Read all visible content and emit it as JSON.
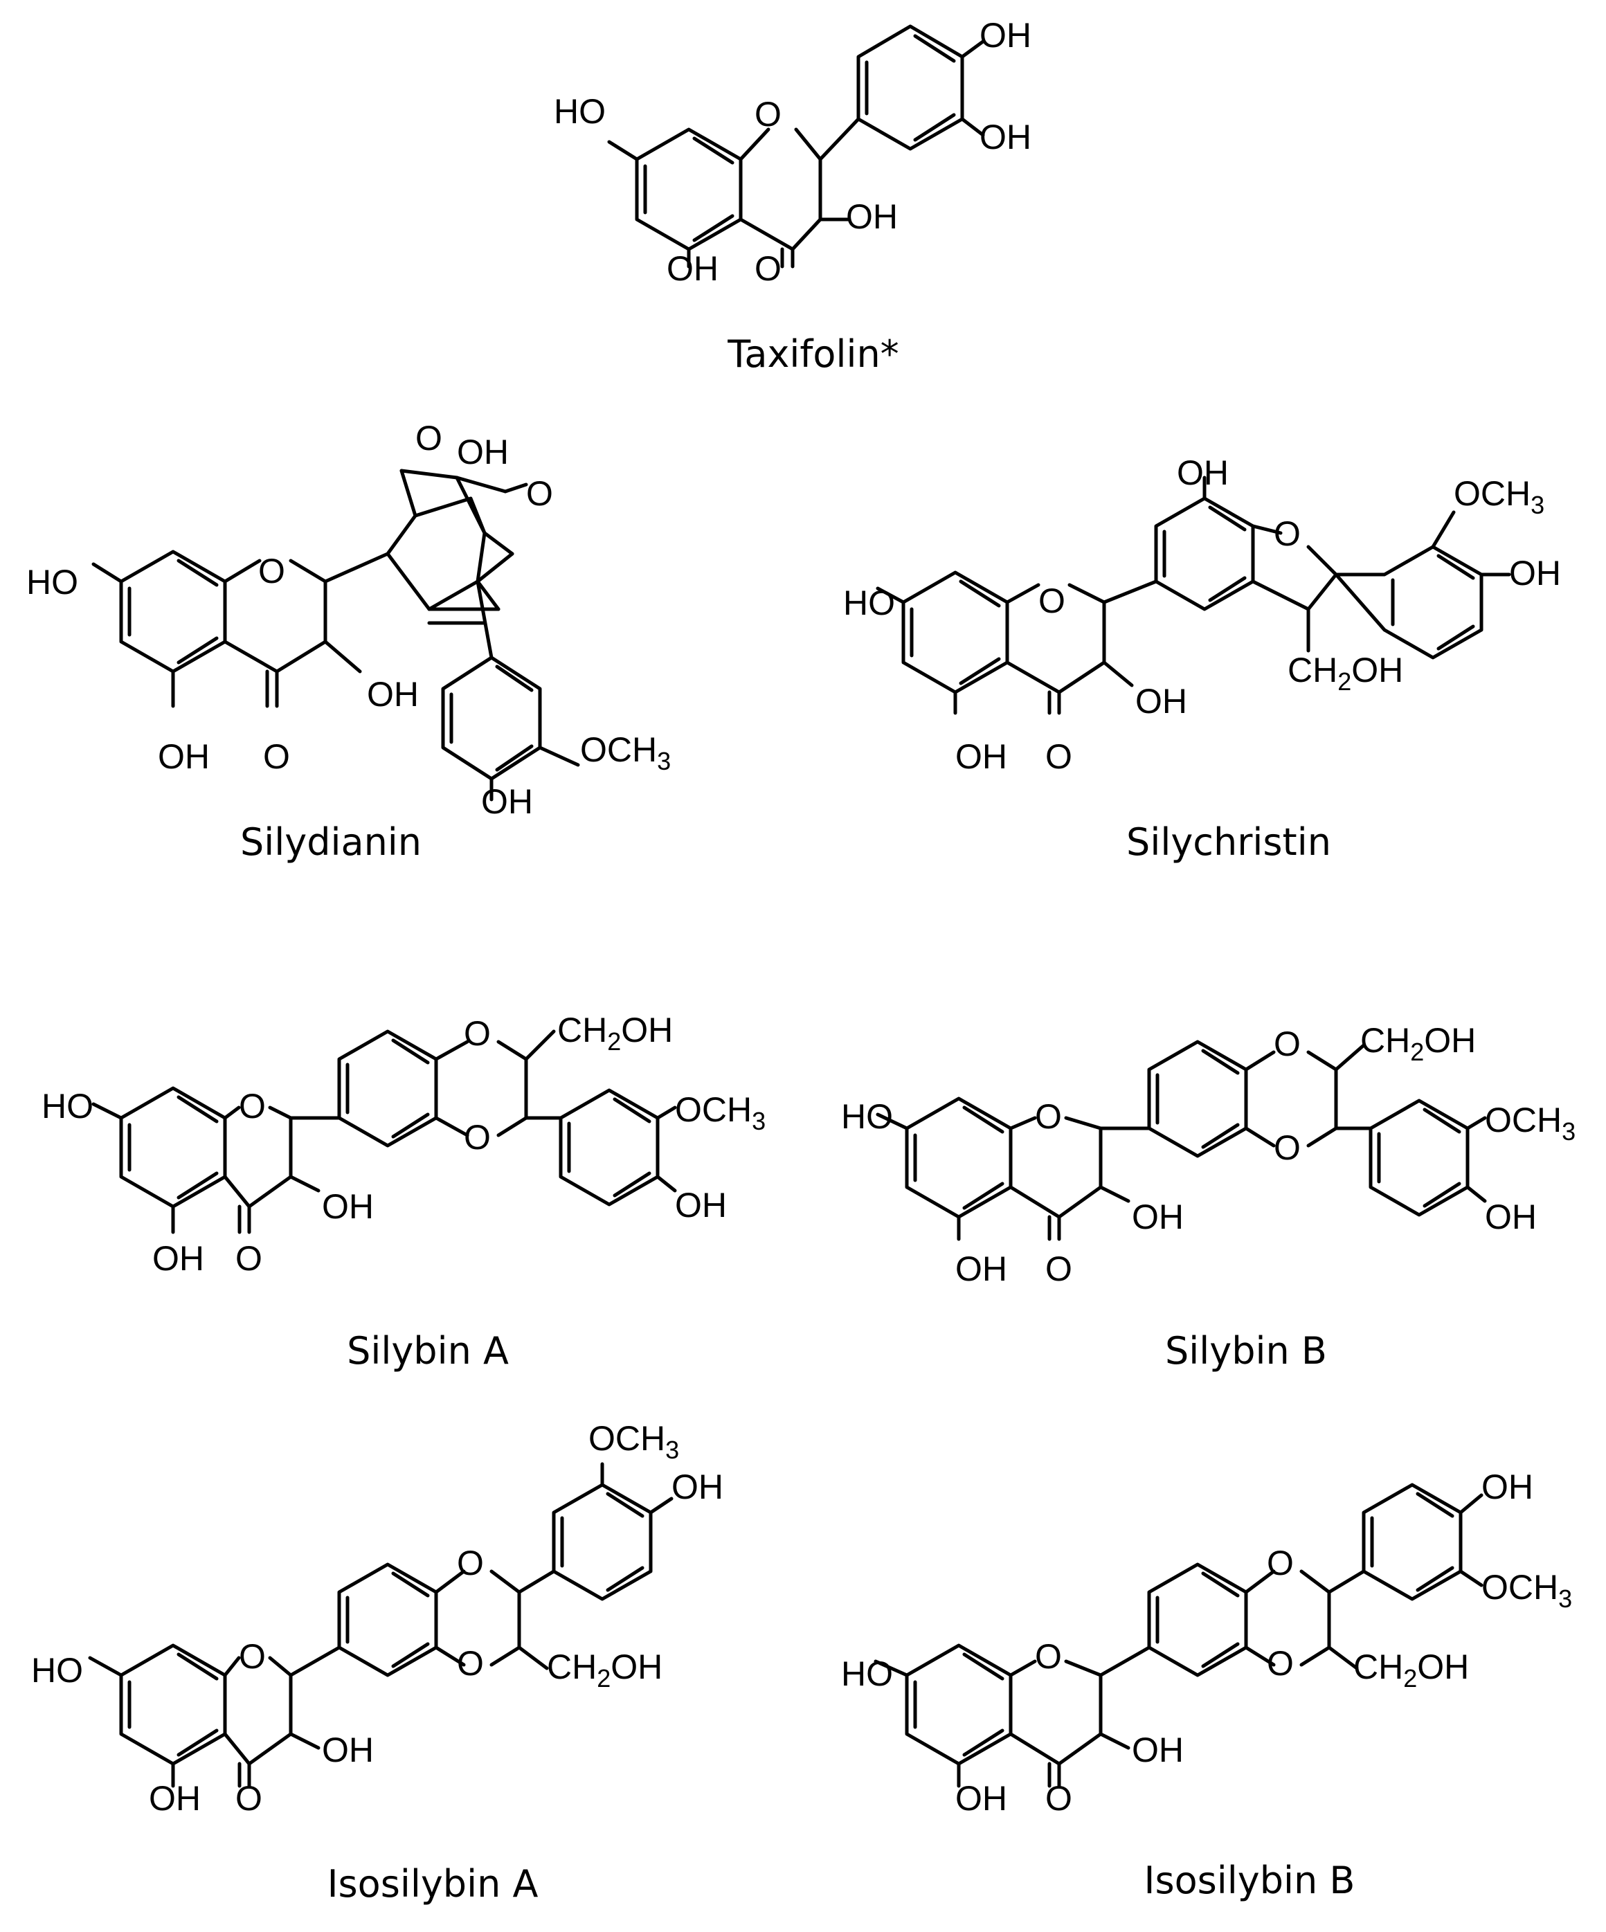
{
  "labels": {
    "OH": "OH",
    "HO": "HO",
    "O": "O",
    "OCH3_main": "OCH",
    "OCH3_sub": "3",
    "CH2OH_pre": "CH",
    "CH2OH_sub": "2",
    "CH2OH_post": "OH"
  },
  "compounds": [
    {
      "name": "Taxifolin*"
    },
    {
      "name": "Silydianin"
    },
    {
      "name": "Silychristin"
    },
    {
      "name": "Silybin A"
    },
    {
      "name": "Silybin B"
    },
    {
      "name": "Isosilybin A"
    },
    {
      "name": "Isosilybin B"
    }
  ]
}
